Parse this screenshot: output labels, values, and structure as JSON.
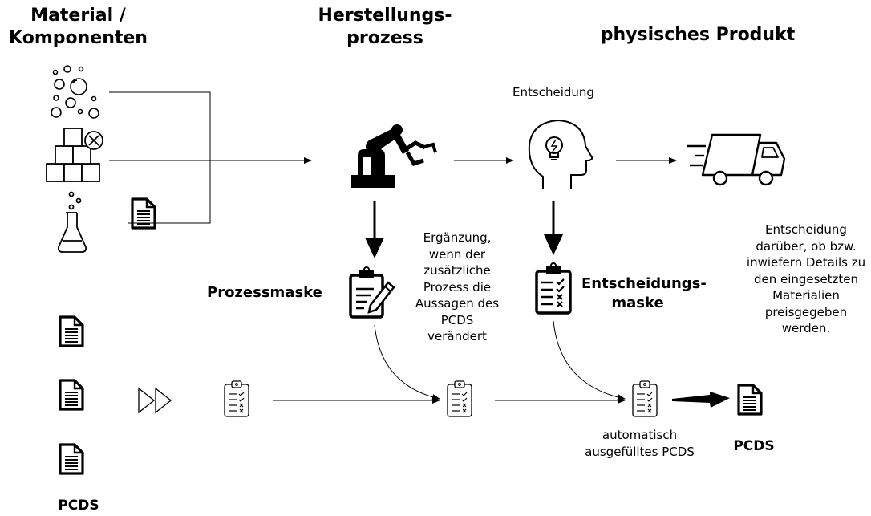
{
  "headings": {
    "material": "Material /\nKomponenten",
    "process": "Herstellungs-\nprozess",
    "product": "physisches Produkt"
  },
  "labels": {
    "decision": "Entscheidung",
    "supplement": "Ergänzung,\nwenn der\nzusätzliche\nProzess die\nAussagen des\nPCDS\nverändert",
    "process_mask": "Prozessmaske",
    "decision_mask": "Entscheidungs-\nmaske",
    "decision_note": "Entscheidung\ndarüber, ob bzw.\ninwiefern Details zu\nden eingesetzten\nMaterialien\npreisgegeben\nwerden.",
    "auto_pcds": "automatisch\nausgefülltes PCDS",
    "pcds_left": "PCDS",
    "pcds_right": "PCDS"
  },
  "icons": {
    "chemicals": "bubbles-icon",
    "components": "boxes-icon",
    "lab": "flask-icon",
    "spec_doc": "document-icon",
    "robot": "robot-arm-icon",
    "head": "idea-head-icon",
    "truck": "delivery-truck-icon",
    "process_mask": "clipboard-pen-icon",
    "decision_mask": "checklist-icon",
    "forward": "fast-forward-icon"
  }
}
